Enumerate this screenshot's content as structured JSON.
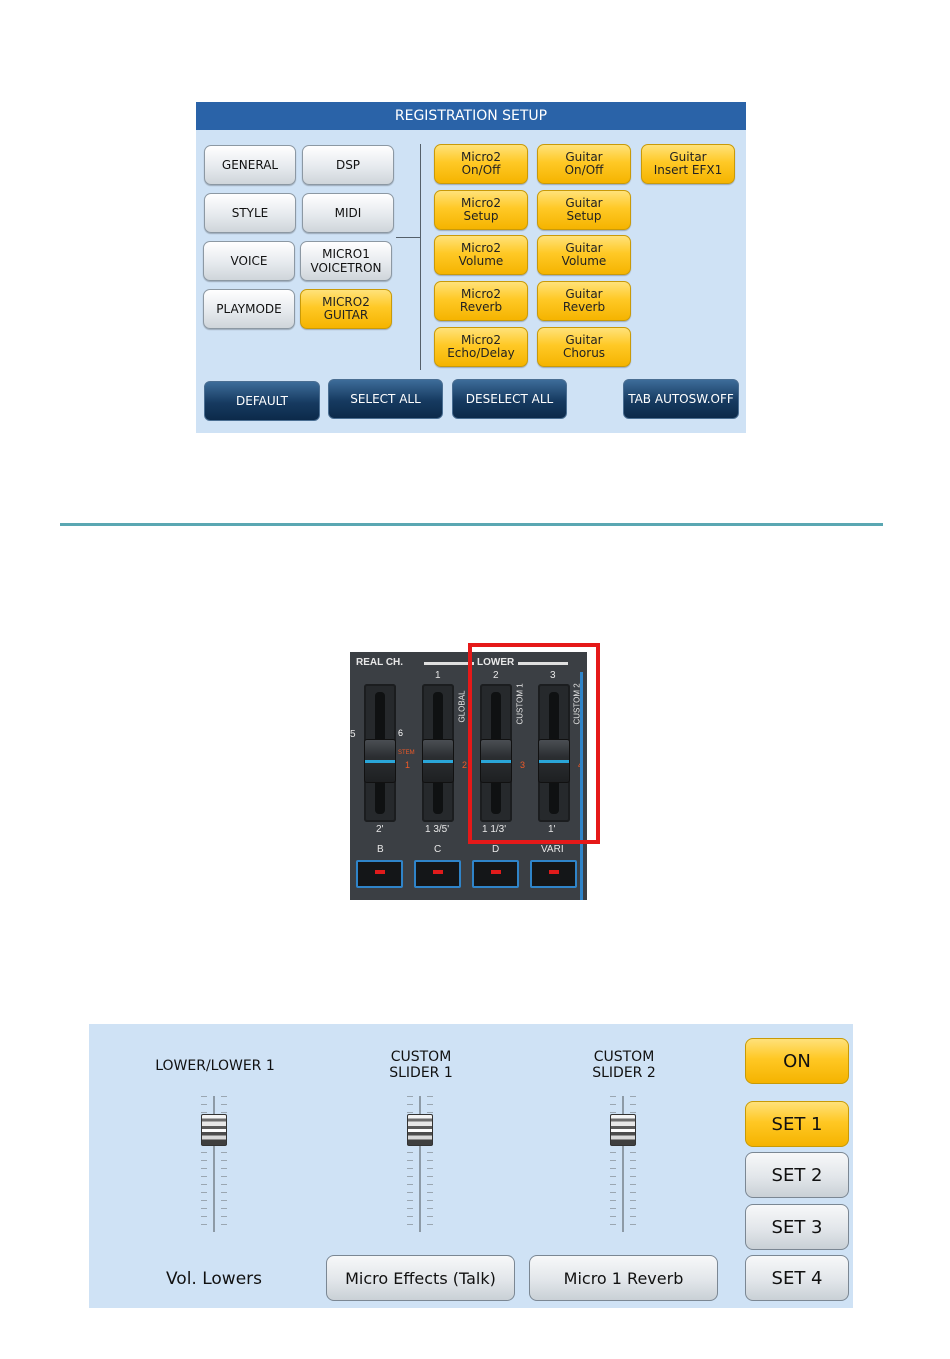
{
  "registration_setup": {
    "title": "REGISTRATION SETUP",
    "left_buttons": [
      "GENERAL",
      "DSP",
      "STYLE",
      "MIDI",
      "VOICE",
      "MICRO1\nVOICETRON",
      "PLAYMODE",
      "MICRO2\nGUITAR"
    ],
    "selected_left": "MICRO2\nGUITAR",
    "micro2_buttons": [
      "Micro2\nOn/Off",
      "Micro2\nSetup",
      "Micro2\nVolume",
      "Micro2\nReverb",
      "Micro2\nEcho/Delay"
    ],
    "guitar_buttons": [
      "Guitar\nOn/Off",
      "Guitar\nSetup",
      "Guitar\nVolume",
      "Guitar\nReverb",
      "Guitar\nChorus"
    ],
    "guitar_extra_button": "Guitar\nInsert EFX1",
    "bottom_buttons": [
      "DEFAULT",
      "SELECT ALL",
      "DESELECT ALL",
      "TAB AUTOSW.OFF"
    ],
    "colors": {
      "title_bar": "#2a63a8",
      "panel_bg": "#cfe2f5",
      "selected": "#ffc926"
    }
  },
  "hardware_panel": {
    "real_ch_label": "REAL CH.",
    "lower_label": "LOWER",
    "numbers_top": [
      "1",
      "2",
      "3"
    ],
    "vertical_labels": [
      "GLOBAL",
      "CUSTOM 1",
      "CUSTOM 2"
    ],
    "partial_left_label": "5",
    "side_mark_white": "6",
    "side_mark_red": "1",
    "red_marks": [
      "2",
      "3",
      "4"
    ],
    "system_label": "STEM",
    "footages": [
      "2'",
      "1 3/5'",
      "1 1/3'",
      "1'"
    ],
    "button_labels": [
      "B",
      "C",
      "D",
      "VARI"
    ],
    "highlight_color": "#e51919"
  },
  "custom_sliders": {
    "slider_titles": [
      "LOWER/LOWER 1",
      "CUSTOM\nSLIDER 1",
      "CUSTOM\nSLIDER 2"
    ],
    "assignments": [
      "Vol. Lowers",
      "Micro Effects (Talk)",
      "Micro 1 Reverb"
    ],
    "on_label": "ON",
    "sets": [
      "SET 1",
      "SET 2",
      "SET 3",
      "SET 4"
    ],
    "selected_set": "SET 1"
  }
}
